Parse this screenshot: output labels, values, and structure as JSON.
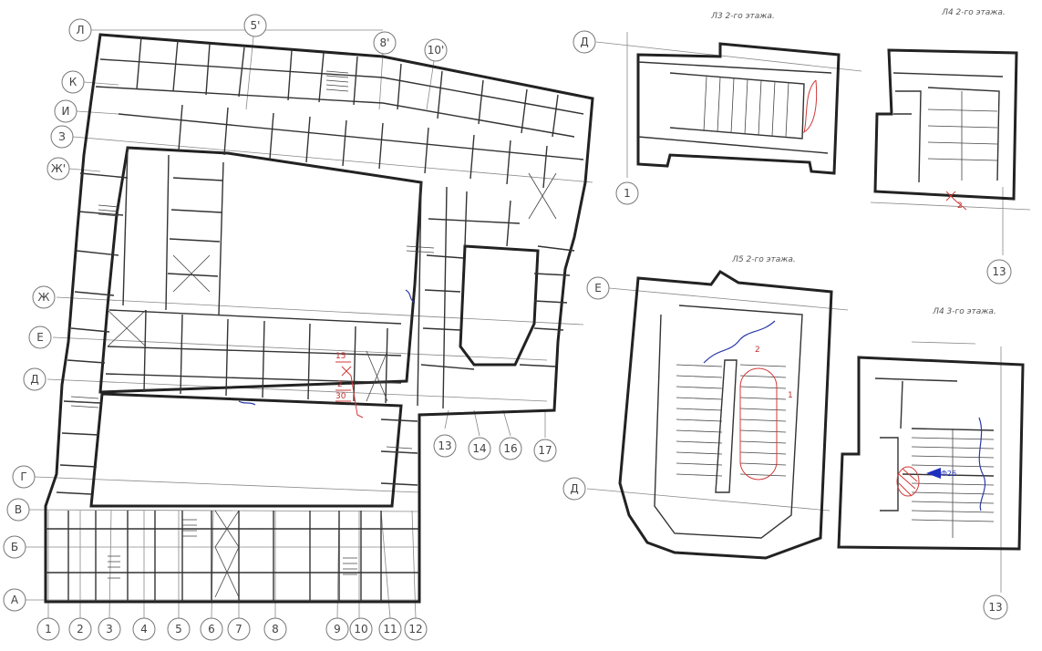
{
  "colors": {
    "wall": "#222222",
    "axis": "#888888",
    "defect": "#d23a3a",
    "water": "#2b3aa8",
    "arrow": "#1e2fbf"
  },
  "main_plan": {
    "row_axes": [
      "Л",
      "К",
      "И",
      "З",
      "Ж'",
      "Ж",
      "Е",
      "Д",
      "Г",
      "В",
      "Б",
      "А"
    ],
    "col_axes_bottom": [
      "1",
      "2",
      "3",
      "4",
      "5",
      "6",
      "7",
      "8",
      "9",
      "10",
      "11",
      "12"
    ],
    "col_axes_top": [
      "5'",
      "8'",
      "10'"
    ],
    "col_axes_right": [
      "13",
      "14",
      "16",
      "17"
    ],
    "notes": {
      "n15": "15",
      "n2": "2",
      "n30": "30"
    }
  },
  "detail_l3": {
    "caption": "Л3 2-го этажа.",
    "axis_row": "Д",
    "axis_col": "1"
  },
  "detail_l4_2": {
    "caption": "Л4 2-го этажа.",
    "mark": "2",
    "axis_col": "13"
  },
  "detail_l5": {
    "caption": "Л5 2-го этажа.",
    "axis_top": "Е",
    "axis_bottom": "Д",
    "mark1": "1",
    "mark2": "2"
  },
  "detail_l4_3": {
    "caption": "Л4 3-го этажа.",
    "arrow_label": "Ф26",
    "axis_col": "13"
  }
}
